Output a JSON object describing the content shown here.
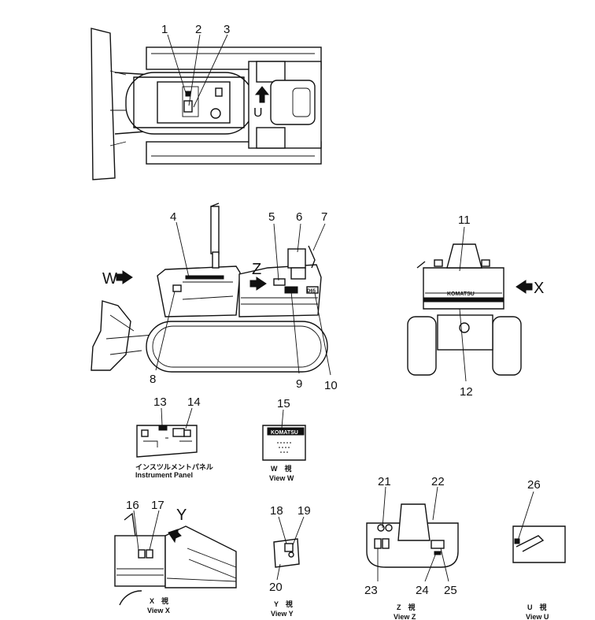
{
  "callouts": [
    "1",
    "2",
    "3",
    "4",
    "5",
    "6",
    "7",
    "8",
    "9",
    "10",
    "11",
    "12",
    "13",
    "14",
    "15",
    "16",
    "17",
    "18",
    "19",
    "20",
    "21",
    "22",
    "23",
    "24",
    "25",
    "26"
  ],
  "view_letters": {
    "W": "W",
    "Z": "Z",
    "X": "X",
    "Y": "Y",
    "U": "U"
  },
  "captions": {
    "panel_jp": "インスツルメントパネル",
    "panel_en": "Instrument  Panel",
    "view_w_jp": "W　視",
    "view_w_en": "View  W",
    "view_x_jp": "X　視",
    "view_x_en": "View  X",
    "view_y_jp": "Y　視",
    "view_y_en": "View  Y",
    "view_z_jp": "Z　視",
    "view_z_en": "View  Z",
    "view_u_jp": "U　視",
    "view_u_en": "View  U"
  },
  "decal_text": {
    "komatsu_rear": "KOMATSU",
    "komatsu_view_w": "KOMATSU",
    "side_badge": "D65"
  }
}
